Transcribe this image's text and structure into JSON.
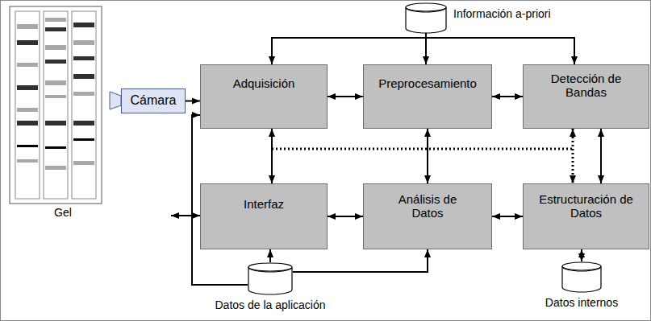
{
  "diagram": {
    "nodes": [
      {
        "text": [
          "Información a-priori"
        ]
      },
      {
        "text": [
          "Cámara"
        ]
      },
      {
        "text": [
          "Adquisición"
        ]
      },
      {
        "text": [
          "Preprocesamiento"
        ]
      },
      {
        "text": [
          "Detección de Bandas"
        ]
      },
      {
        "text": [
          "Interfaz"
        ]
      },
      {
        "text": [
          "Análisis de Datos"
        ]
      },
      {
        "text": [
          "Estructuración de Datos"
        ]
      },
      {
        "text": [
          "Datos de la aplicación"
        ]
      },
      {
        "text": [
          "Datos internos"
        ]
      }
    ],
    "edges": [
      {
        "from": 0,
        "to": 2,
        "arrow": "to"
      },
      {
        "from": 0,
        "to": 3,
        "arrow": "to"
      },
      {
        "from": 0,
        "to": 4,
        "arrow": "to"
      },
      {
        "from": 1,
        "to": 2,
        "arrow": "to"
      },
      {
        "from": 2,
        "to": 3,
        "arrow": "both"
      },
      {
        "from": 3,
        "to": 4,
        "arrow": "both"
      },
      {
        "from": 2,
        "to": 5,
        "arrow": "both"
      },
      {
        "from": 3,
        "to": 6,
        "arrow": "both"
      },
      {
        "from": 4,
        "to": 7,
        "arrow": "both"
      },
      {
        "from": 4,
        "to": 7,
        "arrow": "both"
      },
      {
        "from": 5,
        "to": 6,
        "arrow": "both"
      },
      {
        "from": 6,
        "to": 7,
        "arrow": "both"
      },
      {
        "from": 8,
        "to": 5,
        "arrow": "to"
      },
      {
        "from": 8,
        "to": 6,
        "arrow": "to"
      },
      {
        "from": 8,
        "to": 2,
        "arrow": "to"
      },
      {
        "from": 7,
        "to": 9,
        "arrow": "both"
      }
    ],
    "labels": [
      "Gel"
    ]
  }
}
